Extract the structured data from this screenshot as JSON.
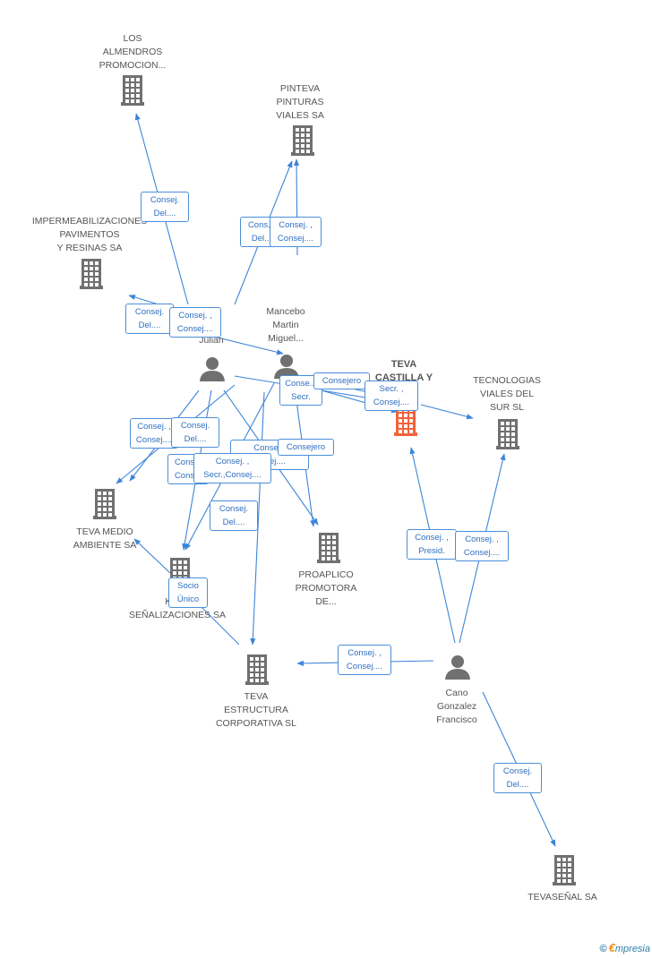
{
  "colors": {
    "edge": "#3d85d8",
    "building": "#707070",
    "building_main": "#f4623a",
    "person": "#707070"
  },
  "nodes": [
    {
      "id": "los_almendros",
      "kind": "company",
      "label": [
        "LOS",
        "ALMENDROS",
        "PROMOCION..."
      ]
    },
    {
      "id": "pinteva",
      "kind": "company",
      "label": [
        "PINTEVA",
        "PINTURAS",
        "VIALES SA"
      ]
    },
    {
      "id": "impermeabilizaciones",
      "kind": "company",
      "label": [
        "IMPERMEABILIZACIONES",
        "PAVIMENTOS",
        "Y RESINAS SA"
      ]
    },
    {
      "id": "person_julian",
      "kind": "person",
      "label": [
        "...na",
        "...a",
        "Julian"
      ]
    },
    {
      "id": "mancebo",
      "kind": "person",
      "label": [
        "Mancebo",
        "Martin",
        "Miguel..."
      ]
    },
    {
      "id": "teva_castilla",
      "kind": "company_main",
      "label": [
        "TEVA",
        "CASTILLA Y",
        "...L"
      ]
    },
    {
      "id": "tecnologias",
      "kind": "company",
      "label": [
        "TECNOLOGIAS",
        "VIALES DEL",
        "SUR SL"
      ]
    },
    {
      "id": "teva_medio",
      "kind": "company",
      "label": [
        "TEVA MEDIO",
        "AMBIENTE SA"
      ]
    },
    {
      "id": "km_senalizaciones",
      "kind": "company",
      "label": [
        "KM ...",
        "SEÑALIZACIONES SA"
      ]
    },
    {
      "id": "proaplico",
      "kind": "company",
      "label": [
        "PROAPLICO",
        "PROMOTORA",
        "DE..."
      ]
    },
    {
      "id": "teva_estructura",
      "kind": "company",
      "label": [
        "TEVA",
        "ESTRUCTURA",
        "CORPORATIVA SL"
      ]
    },
    {
      "id": "cano",
      "kind": "person",
      "label": [
        "Cano",
        "Gonzalez",
        "Francisco"
      ]
    },
    {
      "id": "tevasenal",
      "kind": "company",
      "label": [
        "TEVASEÑAL SA"
      ]
    }
  ],
  "edge_labels": [
    {
      "id": "e1",
      "lines": [
        "Consej.",
        "Del...."
      ]
    },
    {
      "id": "e2",
      "lines": [
        "Cons...",
        "Del..."
      ]
    },
    {
      "id": "e3",
      "lines": [
        "Consej. ,",
        "Consej...."
      ]
    },
    {
      "id": "e4",
      "lines": [
        "Consej.",
        "Del...."
      ]
    },
    {
      "id": "e5",
      "lines": [
        "Consej. ,",
        "Consej...."
      ]
    },
    {
      "id": "e6",
      "lines": [
        "Conse...",
        "Secr."
      ]
    },
    {
      "id": "e7",
      "lines": [
        "Consejero"
      ]
    },
    {
      "id": "e8",
      "lines": [
        "Secr. ,",
        "Consej...."
      ]
    },
    {
      "id": "e9",
      "lines": [
        "Consej. ,",
        "Consej...."
      ]
    },
    {
      "id": "e10",
      "lines": [
        "Consej.",
        "Del...."
      ]
    },
    {
      "id": "e11",
      "lines": [
        "Conse...",
        "...nsej...."
      ]
    },
    {
      "id": "e12",
      "lines": [
        "Consejero"
      ]
    },
    {
      "id": "e13",
      "lines": [
        "Cons...",
        "Cons..."
      ]
    },
    {
      "id": "e14",
      "lines": [
        "Consej. ,",
        "Secr.,Consej...."
      ]
    },
    {
      "id": "e15",
      "lines": [
        "Consej.",
        "Del...."
      ]
    },
    {
      "id": "e16",
      "lines": [
        "Socio",
        "Único"
      ]
    },
    {
      "id": "e17",
      "lines": [
        "Consej. ,",
        "Presid."
      ]
    },
    {
      "id": "e18",
      "lines": [
        "Consej. ,",
        "Consej...."
      ]
    },
    {
      "id": "e19",
      "lines": [
        "Consej. ,",
        "Consej...."
      ]
    },
    {
      "id": "e20",
      "lines": [
        "Consej.",
        "Del...."
      ]
    }
  ],
  "brand": {
    "symbol": "©",
    "initial": "€",
    "name": "mpresia"
  }
}
